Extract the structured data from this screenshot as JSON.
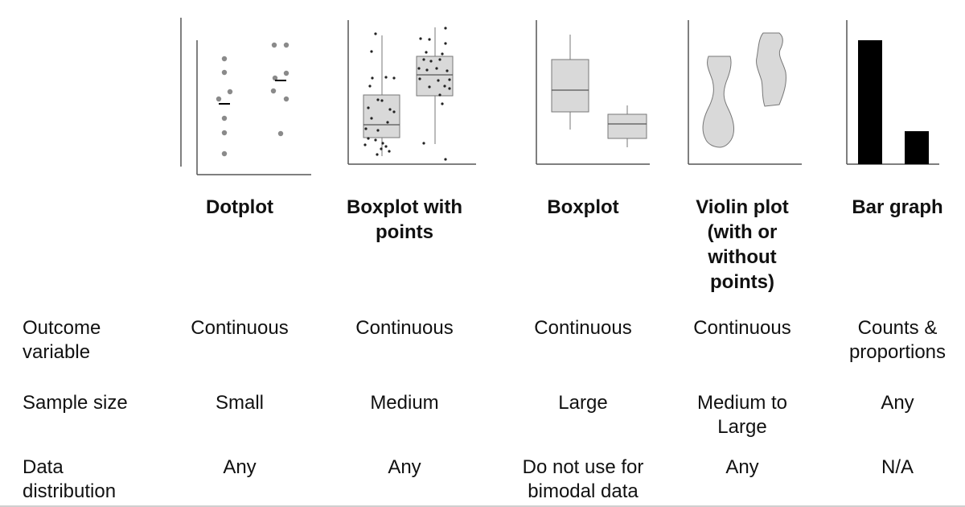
{
  "columns": [
    {
      "key": "dotplot",
      "title": "Dotplot",
      "icon": "dotplot-thumbnail"
    },
    {
      "key": "boxplot_points",
      "title": "Boxplot with\npoints",
      "icon": "boxplot-with-points-thumbnail"
    },
    {
      "key": "boxplot",
      "title": "Boxplot",
      "icon": "boxplot-thumbnail"
    },
    {
      "key": "violin",
      "title": "Violin plot\n(with or\nwithout\npoints)",
      "icon": "violin-plot-thumbnail"
    },
    {
      "key": "bar",
      "title": "Bar graph",
      "icon": "bar-graph-thumbnail"
    }
  ],
  "rows": [
    {
      "label": "Outcome\nvariable",
      "values": [
        "Continuous",
        "Continuous",
        "Continuous",
        "Continuous",
        "Counts &\nproportions"
      ]
    },
    {
      "label": "Sample size",
      "values": [
        "Small",
        "Medium",
        "Large",
        "Medium to\nLarge",
        "Any"
      ]
    },
    {
      "label": "Data\ndistribution",
      "values": [
        "Any",
        "Any",
        "Do not use for\nbimodal data",
        "Any",
        "N/A"
      ]
    }
  ],
  "colors": {
    "marker": "#8a8a8a",
    "box_fill": "#d9d9d9",
    "bar_fill": "#000000",
    "axis": "#555555"
  }
}
